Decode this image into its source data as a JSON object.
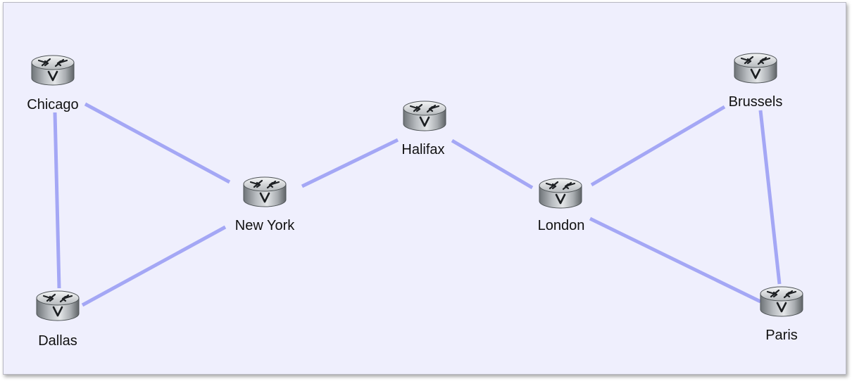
{
  "diagram": {
    "type": "network-topology",
    "node_icon": "router-icon",
    "link_color": "#a4a7f5",
    "background_color": "#efeffd",
    "nodes": [
      {
        "id": "chicago",
        "label": "Chicago"
      },
      {
        "id": "dallas",
        "label": "Dallas"
      },
      {
        "id": "newyork",
        "label": "New York"
      },
      {
        "id": "halifax",
        "label": "Halifax"
      },
      {
        "id": "london",
        "label": "London"
      },
      {
        "id": "brussels",
        "label": "Brussels"
      },
      {
        "id": "paris",
        "label": "Paris"
      }
    ],
    "links": [
      {
        "from": "chicago",
        "to": "newyork"
      },
      {
        "from": "chicago",
        "to": "dallas"
      },
      {
        "from": "dallas",
        "to": "newyork"
      },
      {
        "from": "newyork",
        "to": "halifax"
      },
      {
        "from": "halifax",
        "to": "london"
      },
      {
        "from": "london",
        "to": "brussels"
      },
      {
        "from": "london",
        "to": "paris"
      },
      {
        "from": "brussels",
        "to": "paris"
      }
    ]
  }
}
